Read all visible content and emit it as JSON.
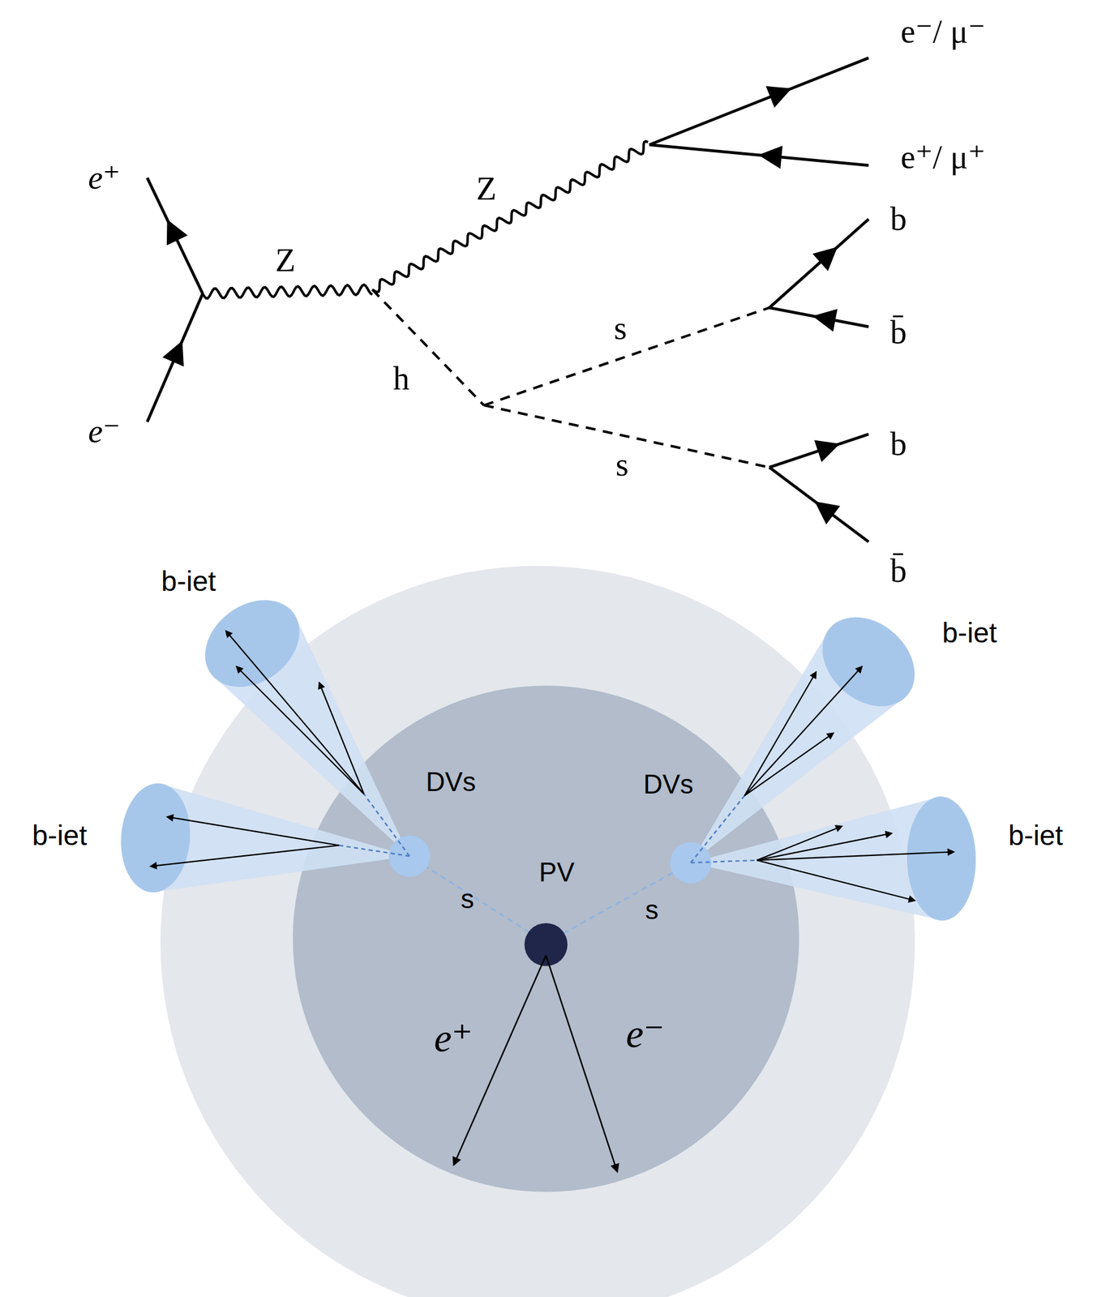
{
  "diagram": {
    "labels": [
      "e⁻/ μ⁻",
      "e⁺/ μ⁺",
      "e⁺",
      "Z",
      "Z",
      "b",
      "s",
      "b̄",
      "h",
      "e⁻",
      "b",
      "s",
      "b̄",
      "b-iet",
      "b-iet",
      "DVs",
      "DVs",
      "b-iet",
      "b-iet",
      "PV",
      "s",
      "s",
      "e⁺",
      "e⁻"
    ]
  }
}
